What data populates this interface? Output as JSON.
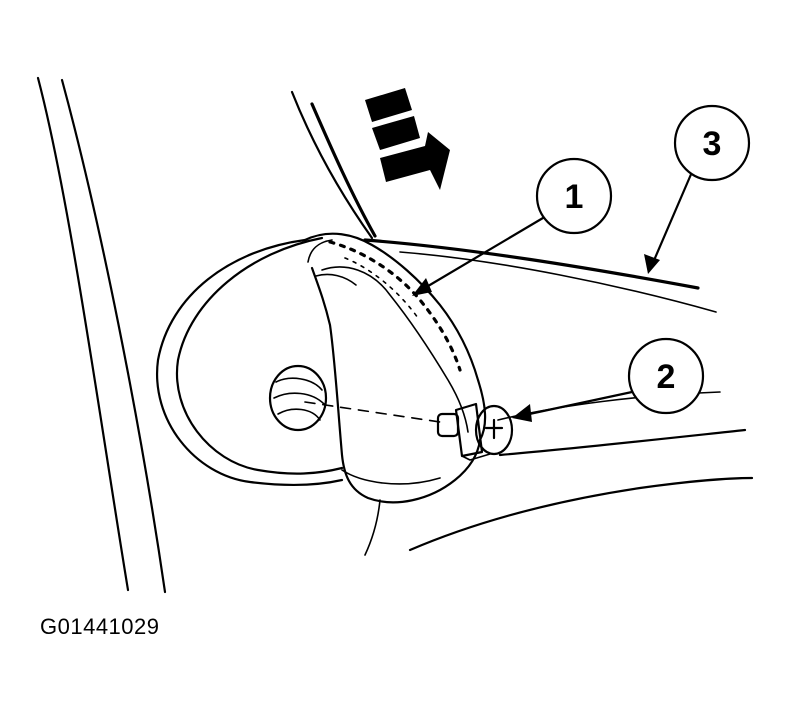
{
  "figure_id": "G01441029",
  "callouts": [
    {
      "number": "1"
    },
    {
      "number": "2"
    },
    {
      "number": "3"
    }
  ],
  "colors": {
    "ink": "#000000",
    "background": "#ffffff"
  }
}
